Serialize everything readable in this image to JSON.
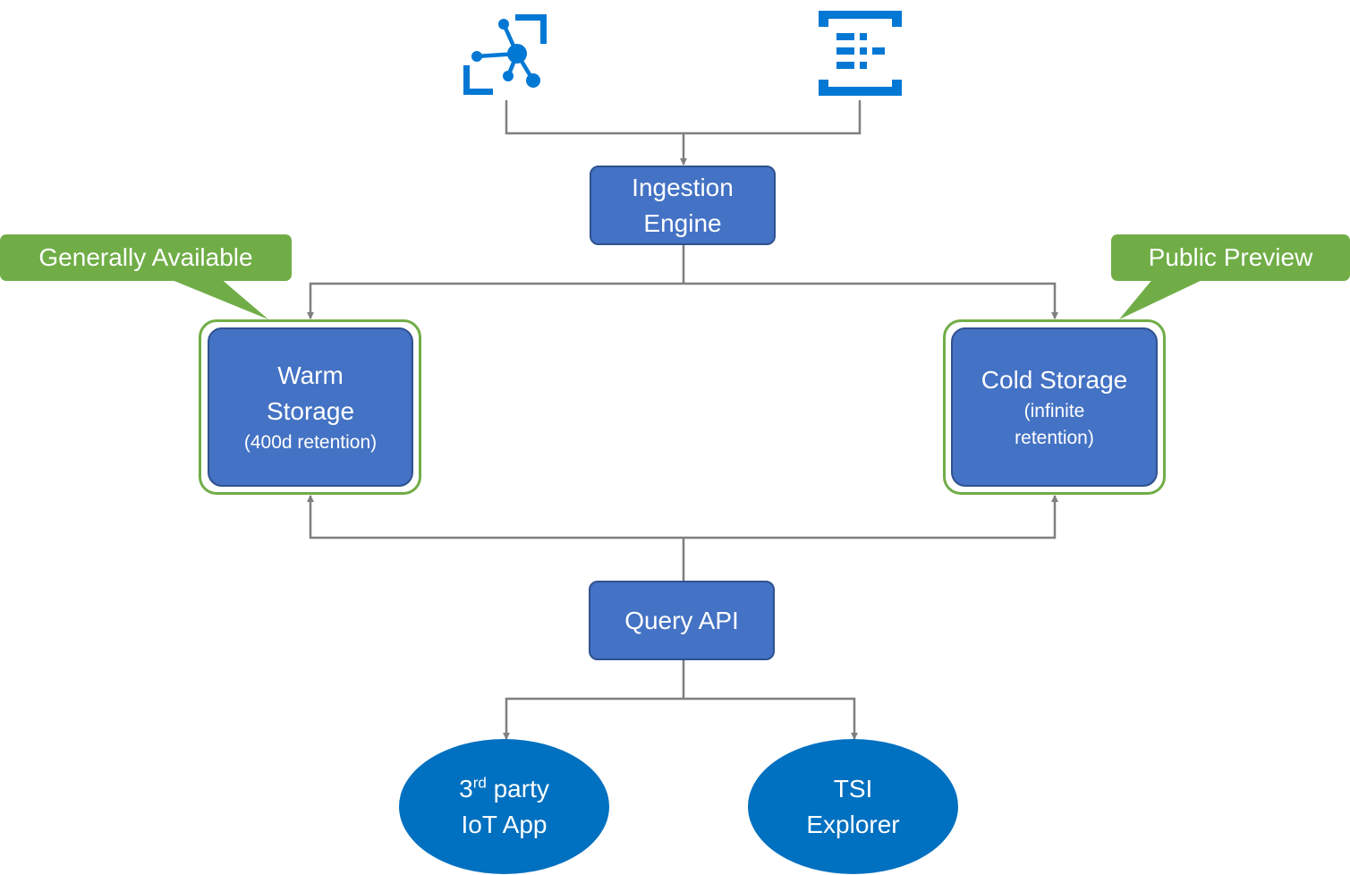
{
  "colors": {
    "box_fill": "#4472c4",
    "box_border": "#2f528f",
    "callout_green": "#70ad47",
    "ellipse_fill": "#0070c0",
    "connector": "#7f7f7f",
    "icon_blue": "#0078d4"
  },
  "icons": {
    "left": "iot-hub-icon",
    "right": "event-hubs-icon"
  },
  "ingestion": {
    "line1": "Ingestion",
    "line2": "Engine"
  },
  "warm": {
    "line1": "Warm",
    "line2": "Storage",
    "line3": "(400d retention)"
  },
  "cold": {
    "line1": "Cold Storage",
    "line2": "(infinite",
    "line3": "retention)"
  },
  "query": {
    "label": "Query API"
  },
  "callouts": {
    "left": "Generally Available",
    "right": "Public Preview"
  },
  "consumers": {
    "app": {
      "prefix": "3",
      "sup": "rd",
      "suffix": " party",
      "line2": "IoT App"
    },
    "explorer": {
      "line1": "TSI",
      "line2": "Explorer"
    }
  }
}
